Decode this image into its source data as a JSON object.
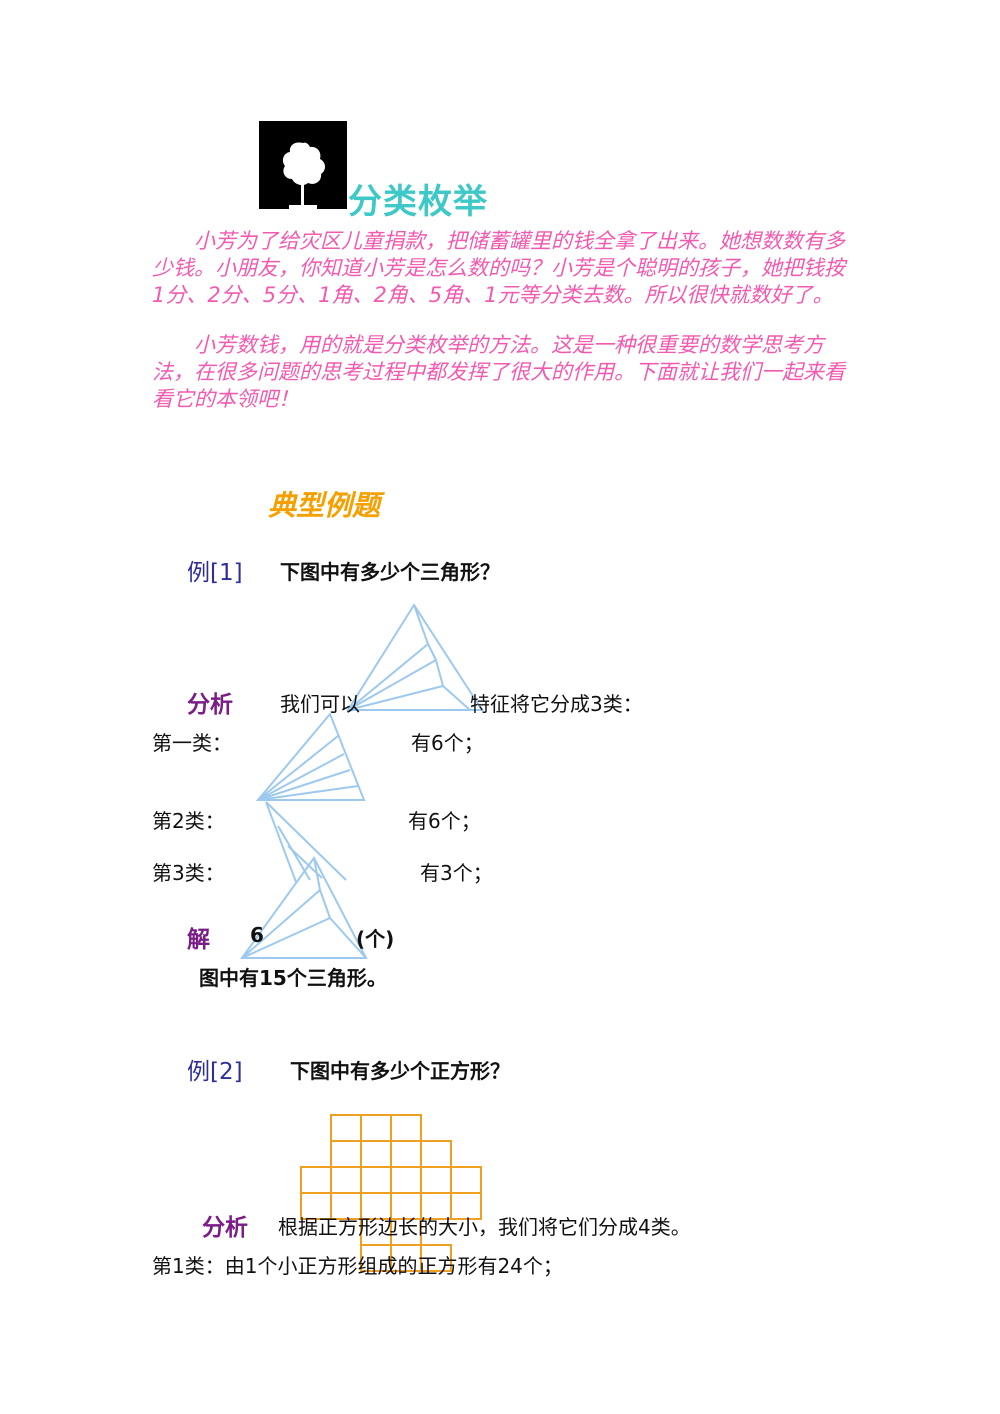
{
  "title": {
    "text": "分类枚举"
  },
  "intro": {
    "p1": "小芳为了给灾区儿童捐款，把储蓄罐里的钱全拿了出来。她想数数有多少钱。小朋友，你知道小芳是怎么数的吗？小芳是个聪明的孩子，她把钱按1分、2分、5分、1角、2角、5角、1元等分类去数。所以很快就数好了。",
    "p2": "小芳数钱，用的就是分类枚举的方法。这是一种很重要的数学思考方法，在很多问题的思考过程中都发挥了很大的作用。下面就让我们一起来看看它的本领吧！"
  },
  "section": {
    "heading": "典型例题"
  },
  "example1": {
    "label": "例[1]",
    "question": "下图中有多少个三角形？",
    "analysis_label": "分析",
    "analysis_a": "我们可以",
    "analysis_b": "特征将它分成3类：",
    "class1_label": "第一类：",
    "class1_count": "有6个；",
    "class2_label": "第2类：",
    "class2_count": "有6个；",
    "class3_label": "第3类：",
    "class3_count": "有3个；",
    "solution_label": "解",
    "solution_a": "6",
    "solution_b": "(个)",
    "conclusion": "图中有15个三角形。"
  },
  "example2": {
    "label": "例[2]",
    "question": "下图中有多少个正方形？",
    "analysis_label": "分析",
    "analysis_text": "根据正方形边长的大小，我们将它们分成4类。",
    "class1_text": "第1类：由1个小正方形组成的正方形有24个；"
  },
  "colors": {
    "title": "#3fc8c8",
    "intro": "#f25ab0",
    "heading": "#f5a000",
    "example_label": "#2e2e99",
    "analysis_label": "#7a1d86",
    "triangle_line": "#9ec9ef",
    "grid_line": "#f0a020"
  },
  "icons": {
    "title_image": "tree-silhouette-icon"
  }
}
